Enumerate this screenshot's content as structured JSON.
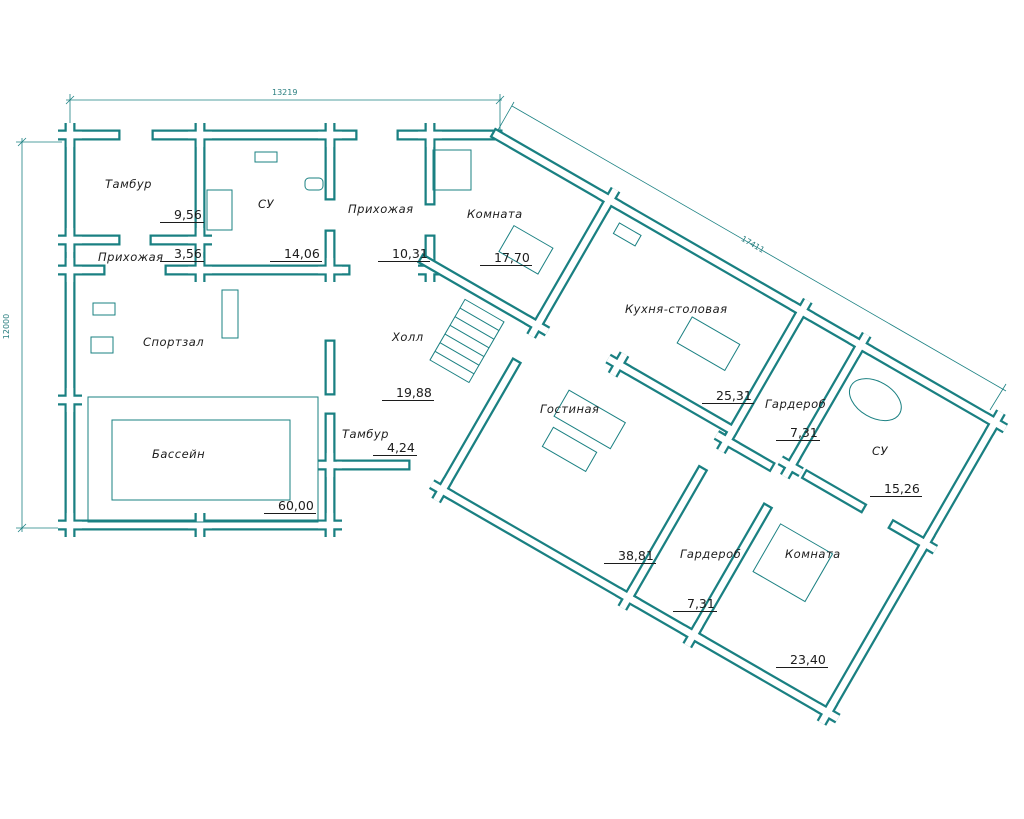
{
  "colors": {
    "wall": "#1a8082",
    "text": "#1c1c1c",
    "background": "#ffffff"
  },
  "dimensions": {
    "overall_width": "13219",
    "overall_height": "12000",
    "wing_length": "17411"
  },
  "rooms": [
    {
      "name": "Тамбур",
      "area": "9,56"
    },
    {
      "name": "Прихожая",
      "area": "3,56"
    },
    {
      "name": "СУ",
      "area": "14,06"
    },
    {
      "name": "Прихожая",
      "area": "10,31"
    },
    {
      "name": "Комната",
      "area": "17,70"
    },
    {
      "name": "Кухня-столовая",
      "area": "25,31"
    },
    {
      "name": "Гардероб",
      "area": "7,31"
    },
    {
      "name": "СУ",
      "area": "15,26"
    },
    {
      "name": "Спортзал"
    },
    {
      "name": "Бассейн",
      "area": "60,00"
    },
    {
      "name": "Холл",
      "area": "19,88"
    },
    {
      "name": "Тамбур",
      "area": "4,24"
    },
    {
      "name": "Гостиная",
      "area": "38,81"
    },
    {
      "name": "Гардероб",
      "area": "7,31"
    },
    {
      "name": "Комната",
      "area": "23,40"
    }
  ]
}
